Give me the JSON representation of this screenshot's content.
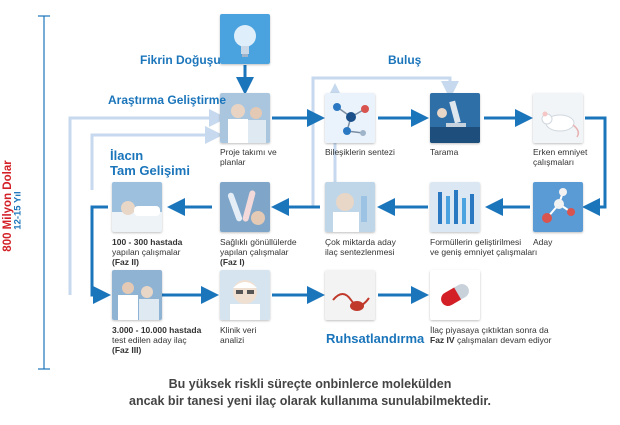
{
  "cost_label": "800 Milyon Dolar",
  "duration_label": "12-15 Yıl",
  "headings": {
    "fikrin_dogusu": "Fikrin Doğuşu",
    "arastirma": "Araştırma Geliştirme",
    "bulus": "Buluş",
    "ilacin_1": "İlacın",
    "ilacin_2": "Tam Gelişimi",
    "ruhsatlandirma": "Ruhsatlandırma"
  },
  "steps": {
    "proje": [
      "Proje takımı ve",
      "planlar"
    ],
    "sentez": [
      "Bileşiklerin sentezi"
    ],
    "tarama": [
      "Tarama"
    ],
    "erken": [
      "Erken emniyet",
      "çalışmaları"
    ],
    "aday": [
      "Aday"
    ],
    "formul": [
      "Formüllerin geliştirilmesi",
      "ve geniş emniyet çalışmaları"
    ],
    "cok": [
      "Çok miktarda aday",
      "ilaç sentezlenmesi"
    ],
    "saglikli": [
      "Sağlıklı gönüllülerde",
      "yapılan çalışmalar",
      "(Faz I)"
    ],
    "faz2": [
      "100 - 300 hastada",
      "yapılan çalışmalar",
      "(Faz II)"
    ],
    "faz3": [
      "3.000 - 10.000 hastada",
      "test edilen aday ilaç",
      "(Faz III)"
    ],
    "klinik": [
      "Klinik veri",
      "analizi"
    ],
    "piyasa": [
      "İlaç piyasaya çıktıktan sonra da",
      "Faz IV",
      "çalışmaları devam ediyor"
    ]
  },
  "footer": [
    "Bu yüksek riskli süreçte onbinlerce molekülden",
    "ancak bir tanesi yeni ilaç olarak kullanıma sunulabilmektedir."
  ],
  "colors": {
    "flow_blue": "#1b75bb",
    "feedback_blue": "#c7d9ee",
    "cost_red": "#d32027",
    "text_gray": "#333333"
  }
}
